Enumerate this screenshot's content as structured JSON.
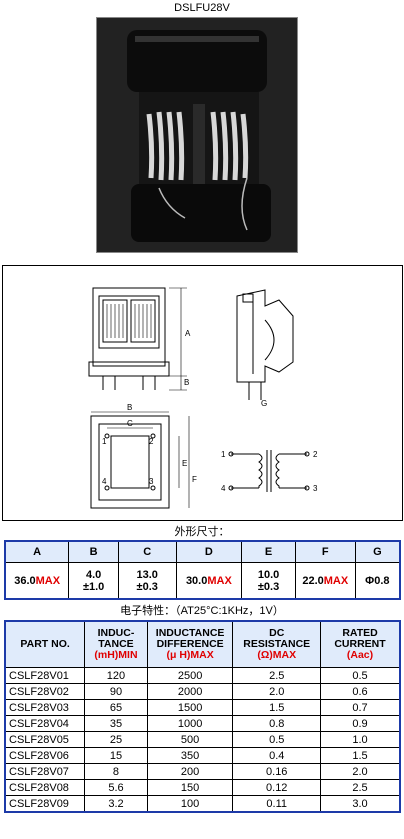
{
  "title": "DSLFU28V",
  "caption_dimensions": "外形尺寸：",
  "caption_electrical": "电子特性：（AT25°C:1KHz，1V）",
  "drawing_labels": {
    "A": "A",
    "B": "B",
    "C": "C",
    "E": "E",
    "F": "F",
    "G": "G",
    "p1": "1",
    "p2": "2",
    "p3": "3",
    "p4": "4"
  },
  "dimensions": {
    "headers": [
      "A",
      "B",
      "C",
      "D",
      "E",
      "F",
      "G"
    ],
    "values": [
      {
        "num": "36.0",
        "suffix": "MAX"
      },
      {
        "line1": "4.0",
        "line2": "±1.0"
      },
      {
        "line1": "13.0",
        "line2": "±0.3"
      },
      {
        "num": "30.0",
        "suffix": "MAX"
      },
      {
        "line1": "10.0",
        "line2": "±0.3"
      },
      {
        "num": "22.0",
        "suffix": "MAX"
      },
      {
        "text": "Φ0.8"
      }
    ]
  },
  "electrical": {
    "headers": {
      "part": "PART NO.",
      "ind_l1": "INDUC-",
      "ind_l2": "TANCE",
      "ind_unit": "(mH)MIN",
      "diff_l1": "INDUCTANCE",
      "diff_l2": "DIFFERENCE",
      "diff_unit": "(μ H)MAX",
      "dcr_l1": "DC",
      "dcr_l2": "RESISTANCE",
      "dcr_unit": "(Ω)MAX",
      "cur_l1": "RATED",
      "cur_l2": "CURRENT",
      "cur_unit": "(Aac)"
    },
    "rows": [
      [
        "CSLF28V01",
        "120",
        "2500",
        "2.5",
        "0.5"
      ],
      [
        "CSLF28V02",
        "90",
        "2000",
        "2.0",
        "0.6"
      ],
      [
        "CSLF28V03",
        "65",
        "1500",
        "1.5",
        "0.7"
      ],
      [
        "CSLF28V04",
        "35",
        "1000",
        "0.8",
        "0.9"
      ],
      [
        "CSLF28V05",
        "25",
        "500",
        "0.5",
        "1.0"
      ],
      [
        "CSLF28V06",
        "15",
        "350",
        "0.4",
        "1.5"
      ],
      [
        "CSLF28V07",
        "8",
        "200",
        "0.16",
        "2.0"
      ],
      [
        "CSLF28V08",
        "5.6",
        "150",
        "0.12",
        "2.5"
      ],
      [
        "CSLF28V09",
        "3.2",
        "100",
        "0.11",
        "3.0"
      ]
    ]
  }
}
